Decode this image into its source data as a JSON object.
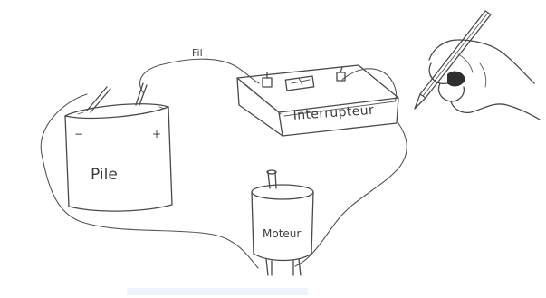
{
  "labels": {
    "battery": "Pile",
    "switch": "Interrupteur",
    "motor": "Moteur",
    "wire": "Fil",
    "battery_negative": "−",
    "battery_positive": "+"
  }
}
